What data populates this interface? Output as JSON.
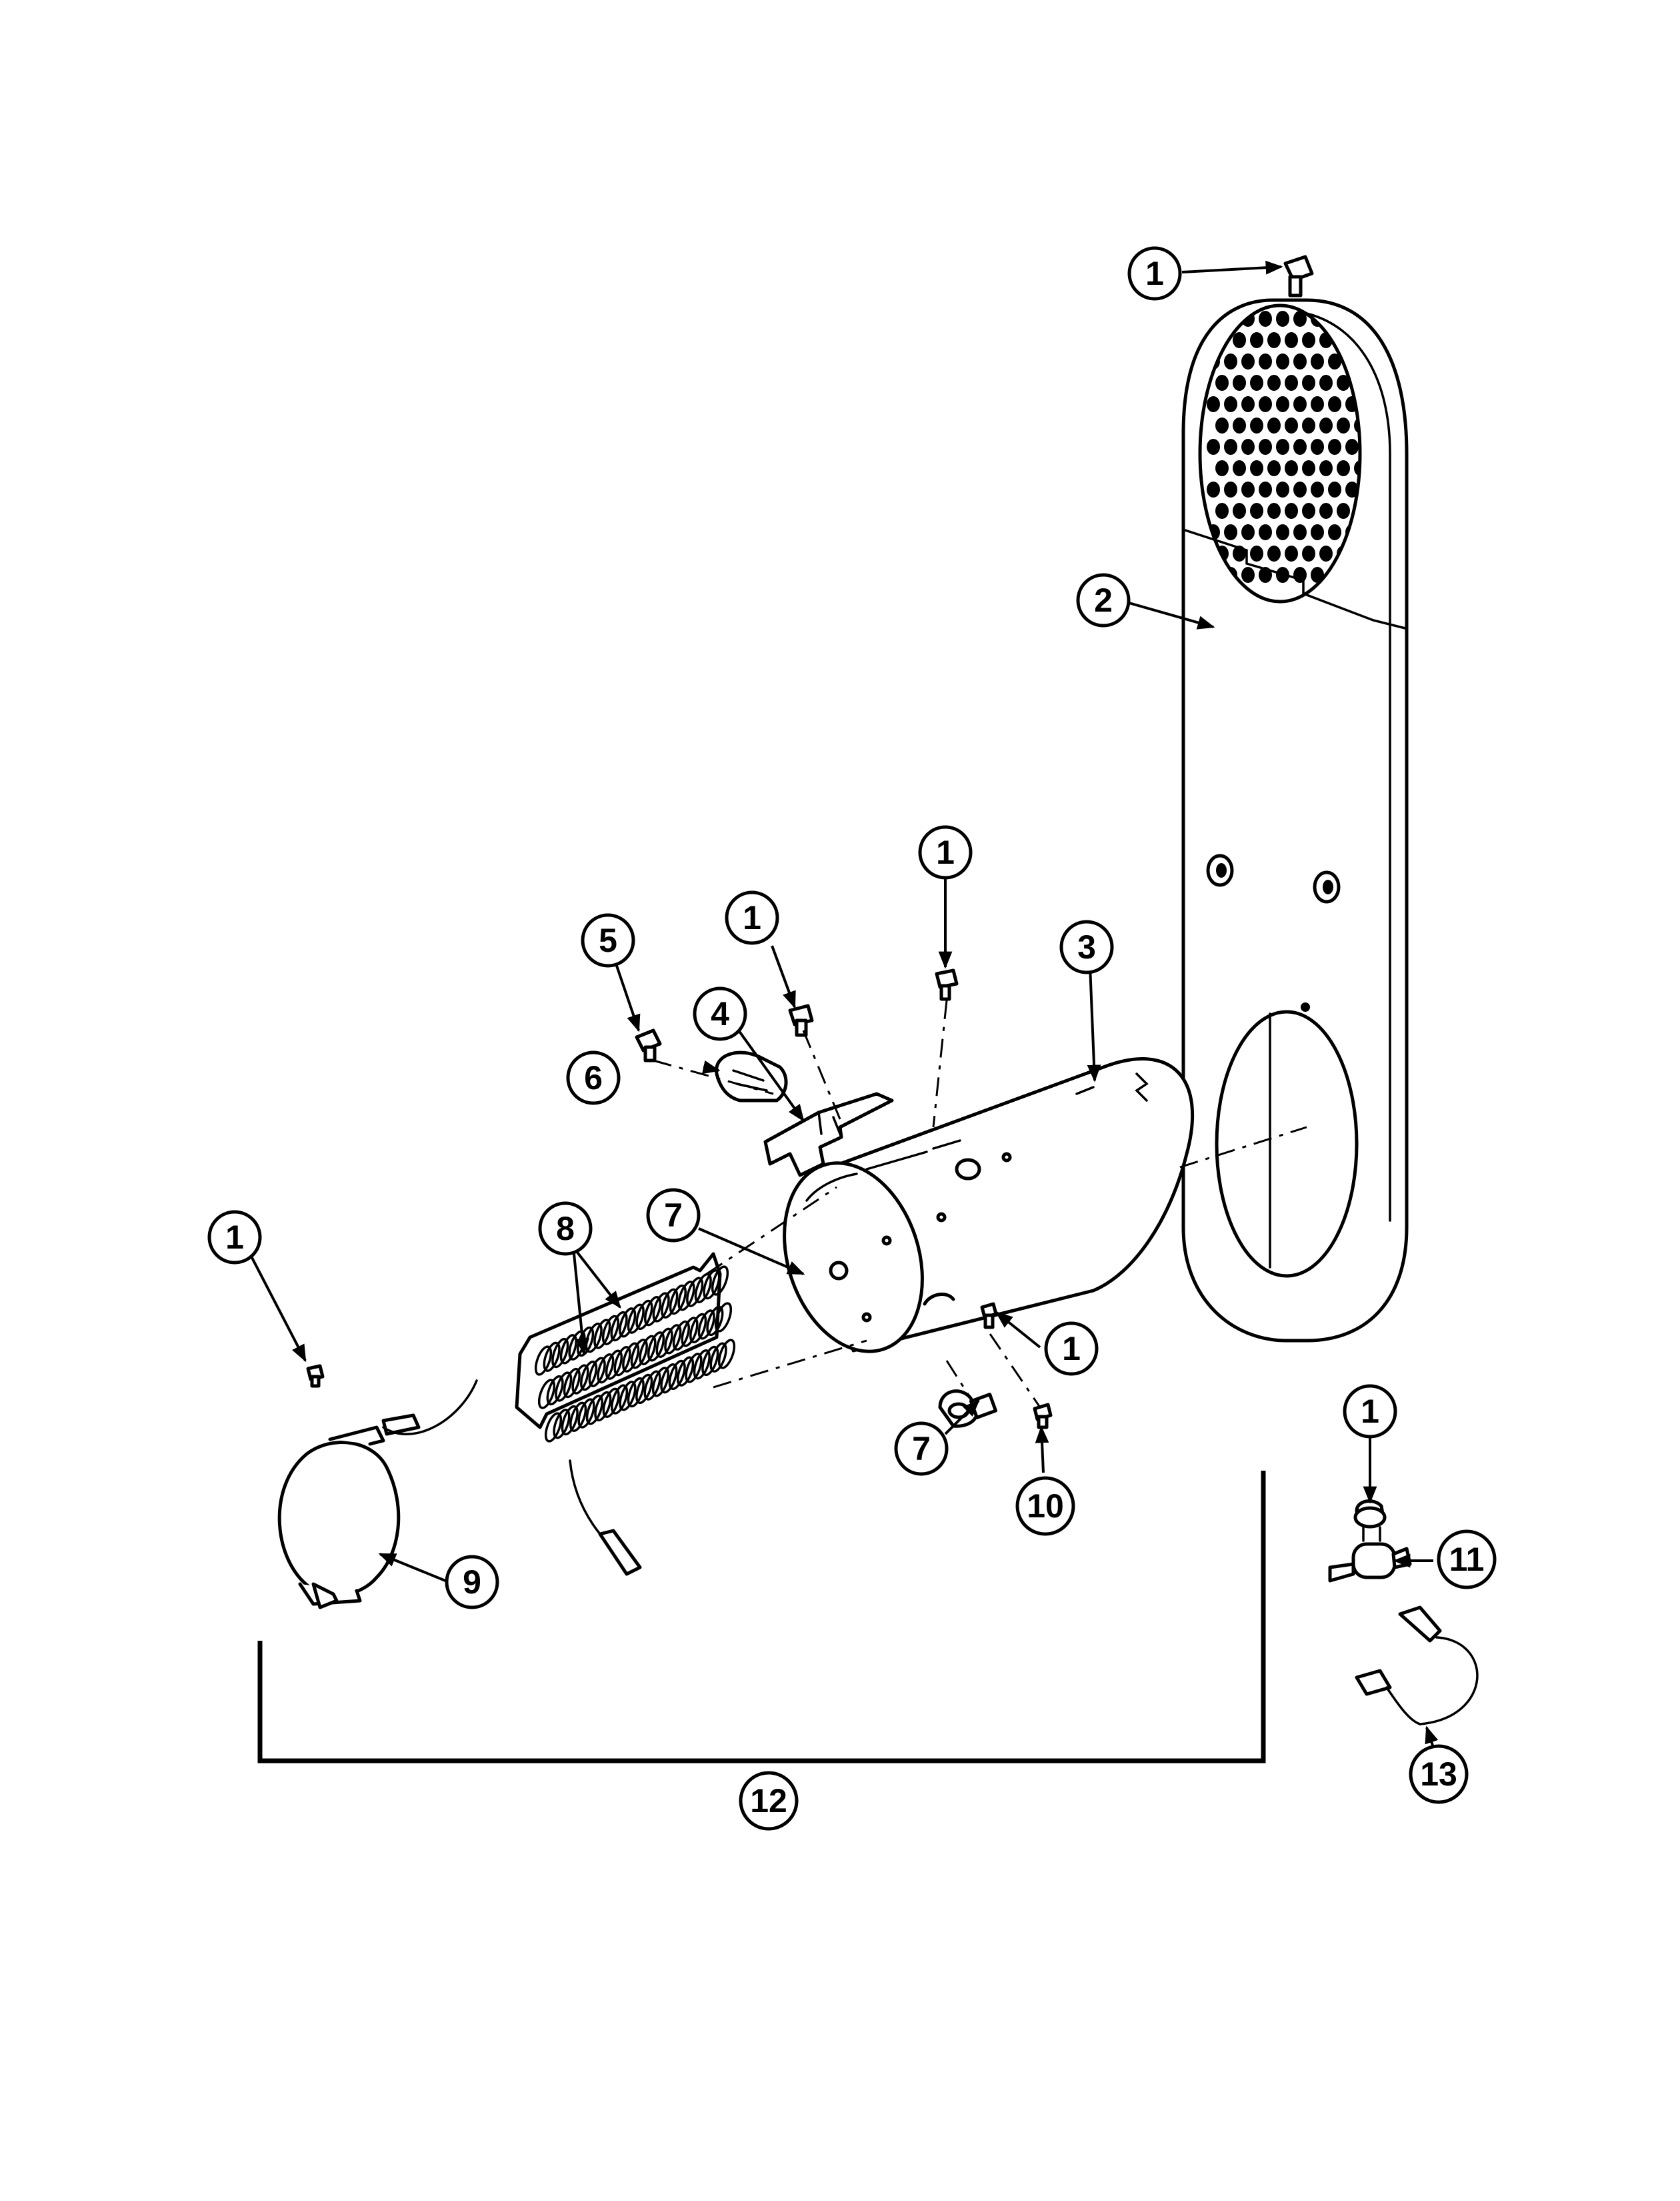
{
  "callouts": [
    {
      "id": "c1a",
      "label": "1"
    },
    {
      "id": "c2",
      "label": "2"
    },
    {
      "id": "c1b",
      "label": "1"
    },
    {
      "id": "c1c",
      "label": "1"
    },
    {
      "id": "c3",
      "label": "3"
    },
    {
      "id": "c5",
      "label": "5"
    },
    {
      "id": "c4",
      "label": "4"
    },
    {
      "id": "c6",
      "label": "6"
    },
    {
      "id": "c7a",
      "label": "7"
    },
    {
      "id": "c8",
      "label": "8"
    },
    {
      "id": "c1d",
      "label": "1"
    },
    {
      "id": "c1e",
      "label": "1"
    },
    {
      "id": "c7b",
      "label": "7"
    },
    {
      "id": "c10",
      "label": "10"
    },
    {
      "id": "c9",
      "label": "9"
    },
    {
      "id": "c1f",
      "label": "1"
    },
    {
      "id": "c11",
      "label": "11"
    },
    {
      "id": "c12",
      "label": "12"
    },
    {
      "id": "c13",
      "label": "13"
    }
  ]
}
